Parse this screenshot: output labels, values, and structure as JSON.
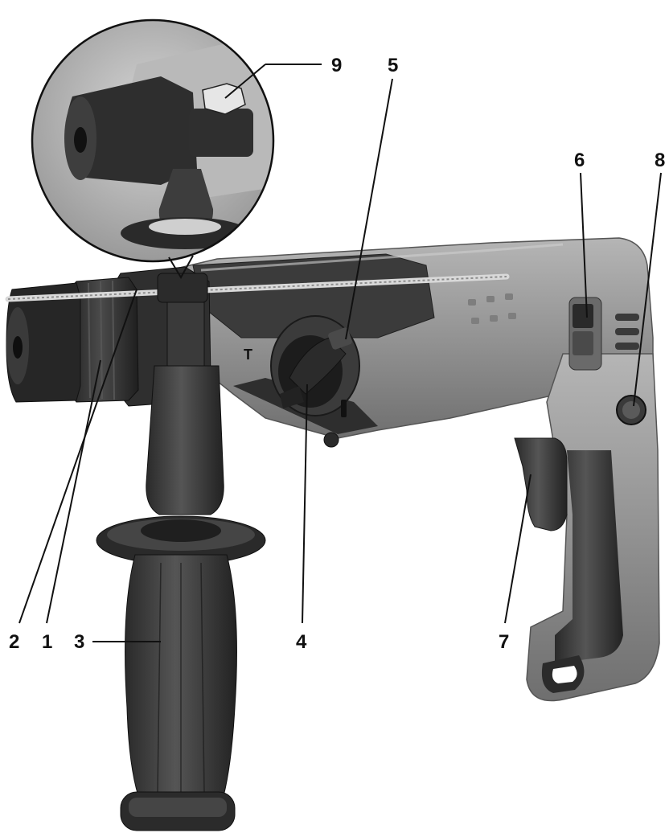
{
  "figure": {
    "callouts": [
      {
        "id": "1",
        "label": "1"
      },
      {
        "id": "2",
        "label": "2"
      },
      {
        "id": "3",
        "label": "3"
      },
      {
        "id": "4",
        "label": "4"
      },
      {
        "id": "5",
        "label": "5"
      },
      {
        "id": "6",
        "label": "6"
      },
      {
        "id": "7",
        "label": "7"
      },
      {
        "id": "8",
        "label": "8"
      },
      {
        "id": "9",
        "label": "9"
      }
    ],
    "mode_icons": {
      "drill": "T"
    },
    "colors": {
      "body": "#8f8f8f",
      "body_light": "#a8a8a8",
      "rubber": "#3a3a3a",
      "rubber_dark": "#232323",
      "line": "#111111"
    }
  }
}
